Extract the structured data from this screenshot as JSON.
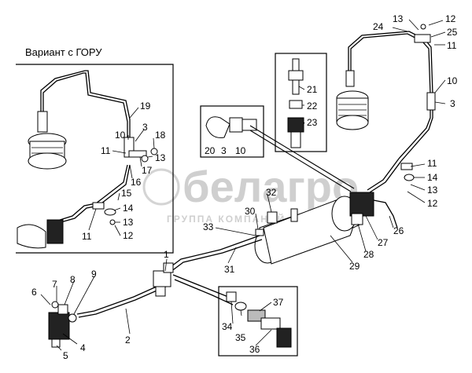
{
  "inset_title": "Вариант с ГОРУ",
  "watermark": {
    "brand": "белагро",
    "subtitle": "ГРУППА КОМПАНИЙ"
  },
  "callouts": {
    "c1": "1",
    "c2": "2",
    "c3": "3",
    "c4": "4",
    "c5": "5",
    "c6": "6",
    "c7": "7",
    "c8": "8",
    "c9": "9",
    "c10": "10",
    "c11": "11",
    "c12": "12",
    "c13": "13",
    "c14": "14",
    "c15": "15",
    "c16": "16",
    "c17": "17",
    "c18": "18",
    "c19": "19",
    "c20": "20",
    "c21": "21",
    "c22": "22",
    "c23": "23",
    "c24": "24",
    "c25": "25",
    "c26": "26",
    "c27": "27",
    "c28": "28",
    "c29": "29",
    "c30": "30",
    "c31": "31",
    "c32": "32",
    "c33": "33",
    "c34": "34",
    "c35": "35",
    "c36": "36",
    "c37": "37"
  }
}
